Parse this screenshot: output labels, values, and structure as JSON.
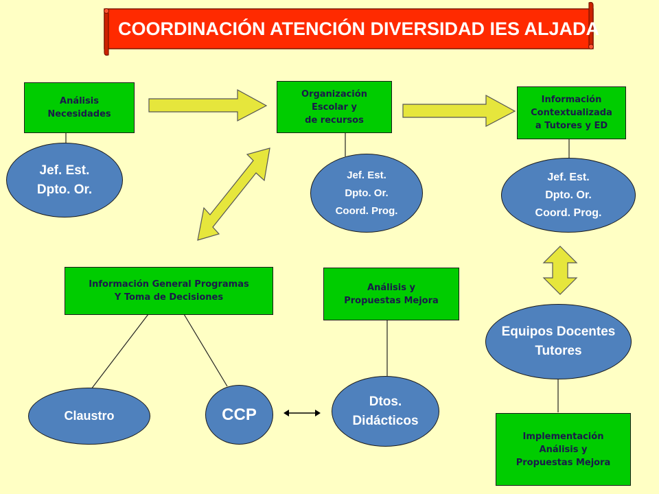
{
  "banner": {
    "title": "COORDINACIÓN ATENCIÓN DIVERSIDAD IES ALJADA"
  },
  "boxes": {
    "analisis_necesidades": "Análisis\nNecesidades",
    "organizacion": "Organización\nEscolar y\nde recursos",
    "informacion_contextualizada": "Información\nContextualizada\na Tutores y ED",
    "informacion_general": "Información General Programas\nY Toma de Decisiones",
    "analisis_propuestas": "Análisis y\nPropuestas Mejora",
    "implementacion": "Implementación\nAnálisis y\nPropuestas Mejora"
  },
  "ellipses": {
    "jef_est_1": "Jef. Est.\nDpto. Or.",
    "jef_est_2": "Jef. Est.\nDpto. Or.\nCoord. Prog.",
    "jef_est_3": "Jef. Est.\nDpto. Or.\nCoord. Prog.",
    "equipos_docentes": "Equipos Docentes\nTutores",
    "claustro": "Claustro",
    "ccp": "CCP",
    "dtos_didacticos": "Dtos.\nDidácticos"
  },
  "colors": {
    "background": "#FFFFC4",
    "banner": "#FF2A00",
    "box_fill": "#00CC00",
    "ellipse_fill": "#4F81BD",
    "arrow_fill": "#E6E63C"
  }
}
